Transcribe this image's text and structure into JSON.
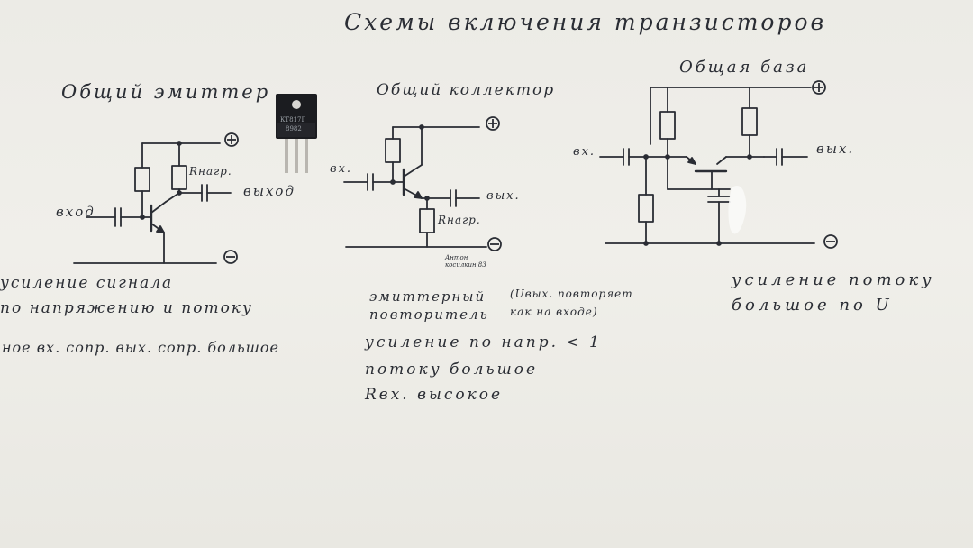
{
  "title": "Схемы включения транзисторов",
  "circuits": {
    "common_emitter": {
      "heading": "Общий эмиттер",
      "label_plus": "⊕",
      "label_minus": "⊖",
      "label_load": "Rнагр.",
      "label_input": "вход",
      "label_output": "выход"
    },
    "common_collector": {
      "heading": "Общий коллектор",
      "label_plus": "⊕",
      "label_minus": "⊖",
      "label_load": "Rнагр.",
      "label_input": "вх.",
      "label_output": "вых.",
      "label_ground_note": "Антон\nкосилкин 83"
    },
    "common_base": {
      "heading": "Общая база",
      "label_plus": "⊕",
      "label_minus": "⊖",
      "label_input": "вх.",
      "label_output": "вых."
    }
  },
  "component": {
    "marking_line1": "КТ817Г",
    "marking_line2": "8982"
  },
  "notes": {
    "ce_gain": "усиление сигнала",
    "ce_gain_detail": "по напряжению и потоку",
    "ce_impedance": "ное вх. сопр.   вых. сопр. большое",
    "cc_name_1": "эмиттерный",
    "cc_name_2": "повторитель",
    "cc_paren_1": "(Uвых. повторяет",
    "cc_paren_2": "как на входе)",
    "cc_gain_1": "усиление по напр. < 1",
    "cc_gain_2": "потоку большое",
    "cc_rin": "Rвх. высокое",
    "cb_gain_1": "усиление потоку",
    "cb_gain_2": "большое по U"
  },
  "colors": {
    "ink": "#2a2d34",
    "paper": "#ecebe6",
    "transistor_body": "#1b1c20",
    "transistor_leads": "#b9b6b0"
  }
}
